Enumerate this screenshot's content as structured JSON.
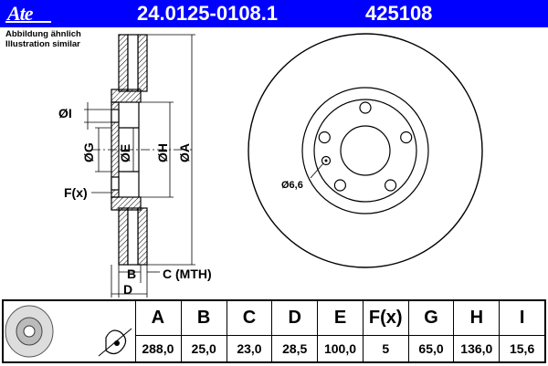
{
  "header": {
    "logo": "Ate",
    "part_number": "24.0125-0108.1",
    "ref_number": "425108"
  },
  "notes": {
    "line1": "Abbildung ähnlich",
    "line2": "Illustration similar"
  },
  "drawing": {
    "label_i": "ØI",
    "label_g": "ØG",
    "label_e": "ØE",
    "label_h": "ØH",
    "label_a": "ØA",
    "label_f": "F(x)",
    "label_b": "B",
    "label_c": "C (MTH)",
    "label_d": "D",
    "label_hole": "Ø6,6"
  },
  "table": {
    "headers": [
      "A",
      "B",
      "C",
      "D",
      "E",
      "F(x)",
      "G",
      "H",
      "I"
    ],
    "values": [
      "288,0",
      "25,0",
      "23,0",
      "28,5",
      "100,0",
      "5",
      "65,0",
      "136,0",
      "15,6"
    ]
  },
  "colors": {
    "header_bg": "#0000ff",
    "header_text": "#ffffff"
  }
}
